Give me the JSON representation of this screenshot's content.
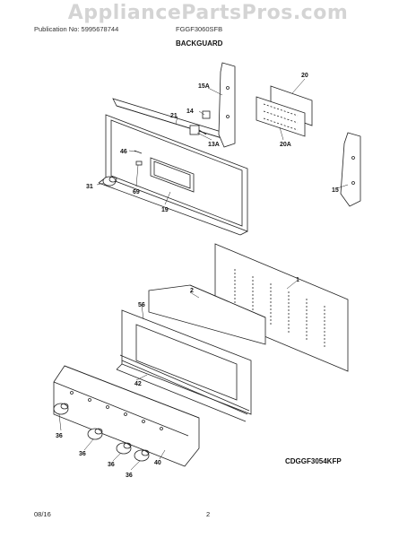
{
  "watermark": "AppliancePartsPros.com",
  "header": {
    "publication": "Publication No: 5995678744",
    "model": "FGGF3060SFB",
    "section": "BACKGUARD"
  },
  "diagram_code": "CDGGF3054KFP",
  "footer": {
    "date": "08/16",
    "page": "2"
  },
  "callouts": [
    "20",
    "15A",
    "14",
    "21",
    "13A",
    "20A",
    "46",
    "31",
    "69",
    "19",
    "15",
    "1",
    "2",
    "56",
    "42",
    "36",
    "36",
    "36",
    "36",
    "40"
  ]
}
